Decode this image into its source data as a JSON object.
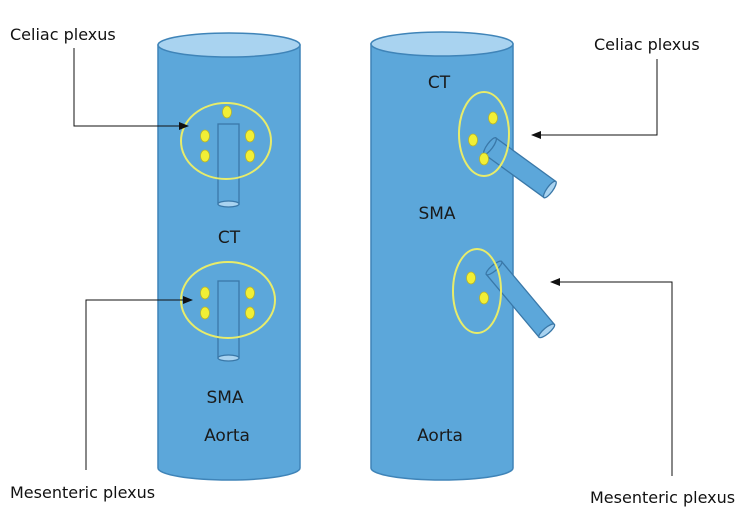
{
  "colors": {
    "vessel_fill": "#5ca7da",
    "vessel_stroke": "#3f84b8",
    "vessel_top": "#a9d3f0",
    "plexus_ring": "#e8ec6a",
    "ganglion": "#f1ef36",
    "arrow": "#111111"
  },
  "left_view": {
    "celiac_plexus_label": "Celiac plexus",
    "ct_label": "CT",
    "mesenteric_plexus_label": "Mesenteric plexus",
    "sma_label": "SMA",
    "aorta_label": "Aorta"
  },
  "right_view": {
    "celiac_plexus_label": "Celiac plexus",
    "ct_label": "CT",
    "sma_label": "SMA",
    "mesenteric_plexus_label": "Mesenteric plexus",
    "aorta_label": "Aorta"
  }
}
